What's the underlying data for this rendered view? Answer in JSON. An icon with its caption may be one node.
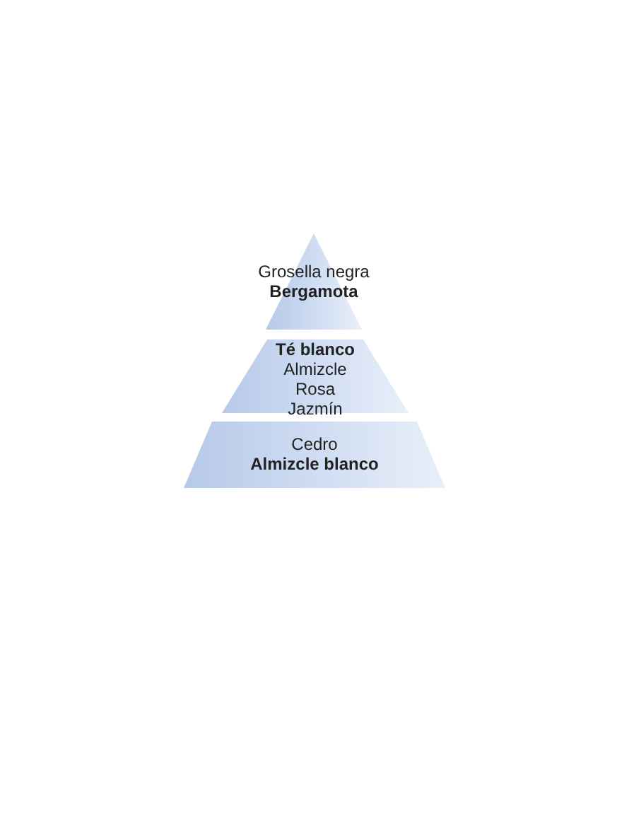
{
  "diagram": {
    "nodes": [
      {
        "text": [
          "Grosella negra",
          "**Bergamota**"
        ]
      },
      {
        "text": [
          "**Té blanco**",
          "Almizcle",
          "Rosa",
          "Jazmín"
        ]
      },
      {
        "text": [
          "Cedro",
          "**Almizcle blanco**"
        ]
      }
    ]
  }
}
